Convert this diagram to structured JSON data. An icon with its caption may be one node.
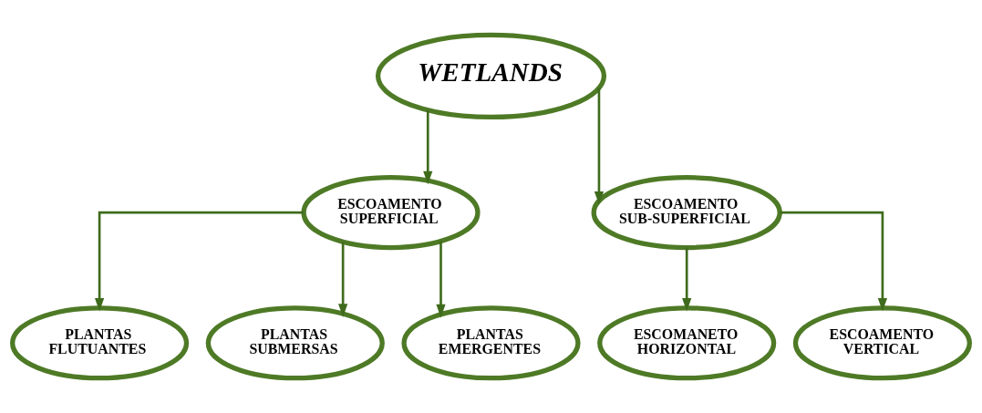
{
  "diagram": {
    "nodes": [
      {
        "text": [
          "WETLANDS"
        ]
      },
      {
        "text": [
          "ESCOAMENTO SUPERFICIAL"
        ]
      },
      {
        "text": [
          "ESCOAMENTO SUB-SUPERFICIAL"
        ]
      },
      {
        "text": [
          "PLANTAS FLUTUANTES"
        ]
      },
      {
        "text": [
          "PLANTAS SUBMERSAS"
        ]
      },
      {
        "text": [
          "PLANTAS EMERGENTES"
        ]
      },
      {
        "text": [
          "ESCOMANETO HORIZONTAL"
        ]
      },
      {
        "text": [
          "ESCOAMENTO VERTICAL"
        ]
      }
    ],
    "edges": [
      {
        "from": 0,
        "to": 1,
        "arrow": "to"
      },
      {
        "from": 0,
        "to": 2,
        "arrow": "to"
      },
      {
        "from": 1,
        "to": 3,
        "arrow": "to"
      },
      {
        "from": 1,
        "to": 4,
        "arrow": "to"
      },
      {
        "from": 1,
        "to": 5,
        "arrow": "to"
      },
      {
        "from": 2,
        "to": 6,
        "arrow": "to"
      },
      {
        "from": 2,
        "to": 7,
        "arrow": "to"
      }
    ]
  }
}
